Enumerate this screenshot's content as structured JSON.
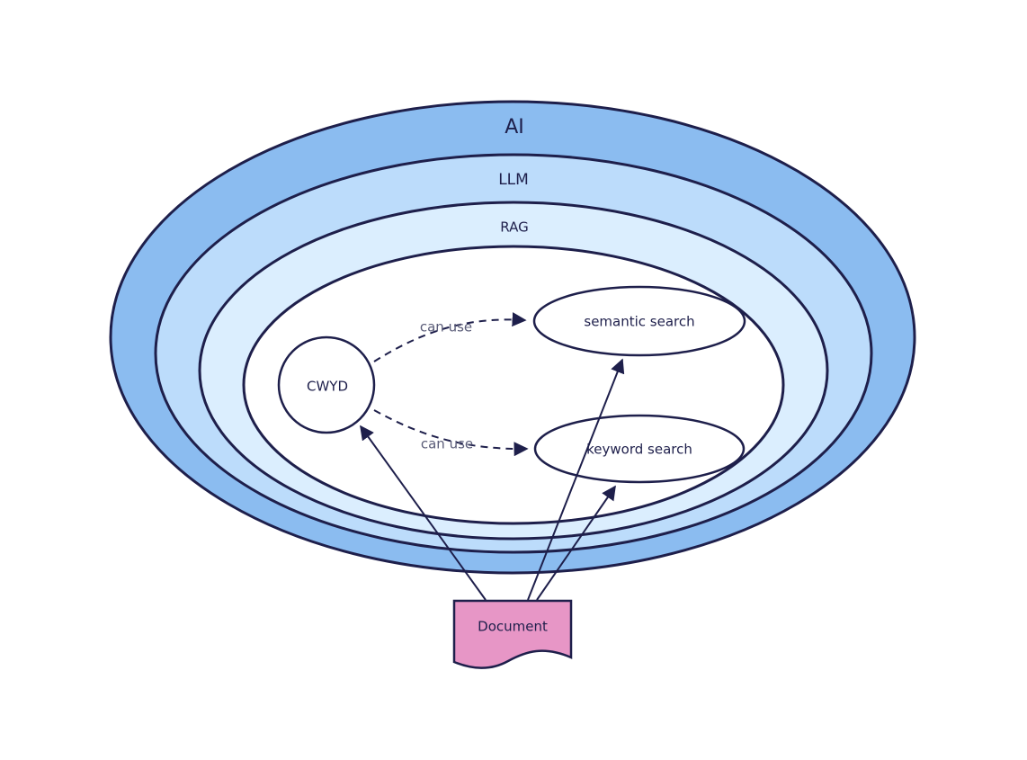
{
  "layers": {
    "ai": {
      "label": "AI",
      "color": "#8bbcf0"
    },
    "llm": {
      "label": "LLM",
      "color": "#bcdcfb"
    },
    "rag": {
      "label": "RAG",
      "color": "#dbeefe"
    },
    "core": {
      "color": "#ffffff"
    }
  },
  "nodes": {
    "cwyd": {
      "label": "CWYD"
    },
    "semantic_search": {
      "label": "semantic search"
    },
    "keyword_search": {
      "label": "keyword search"
    },
    "document": {
      "label": "Document",
      "color": "#e796c6"
    }
  },
  "edges": {
    "cwyd_to_semantic": {
      "label": "can use"
    },
    "cwyd_to_keyword": {
      "label": "can use"
    }
  },
  "stroke_color": "#1e1f4b"
}
